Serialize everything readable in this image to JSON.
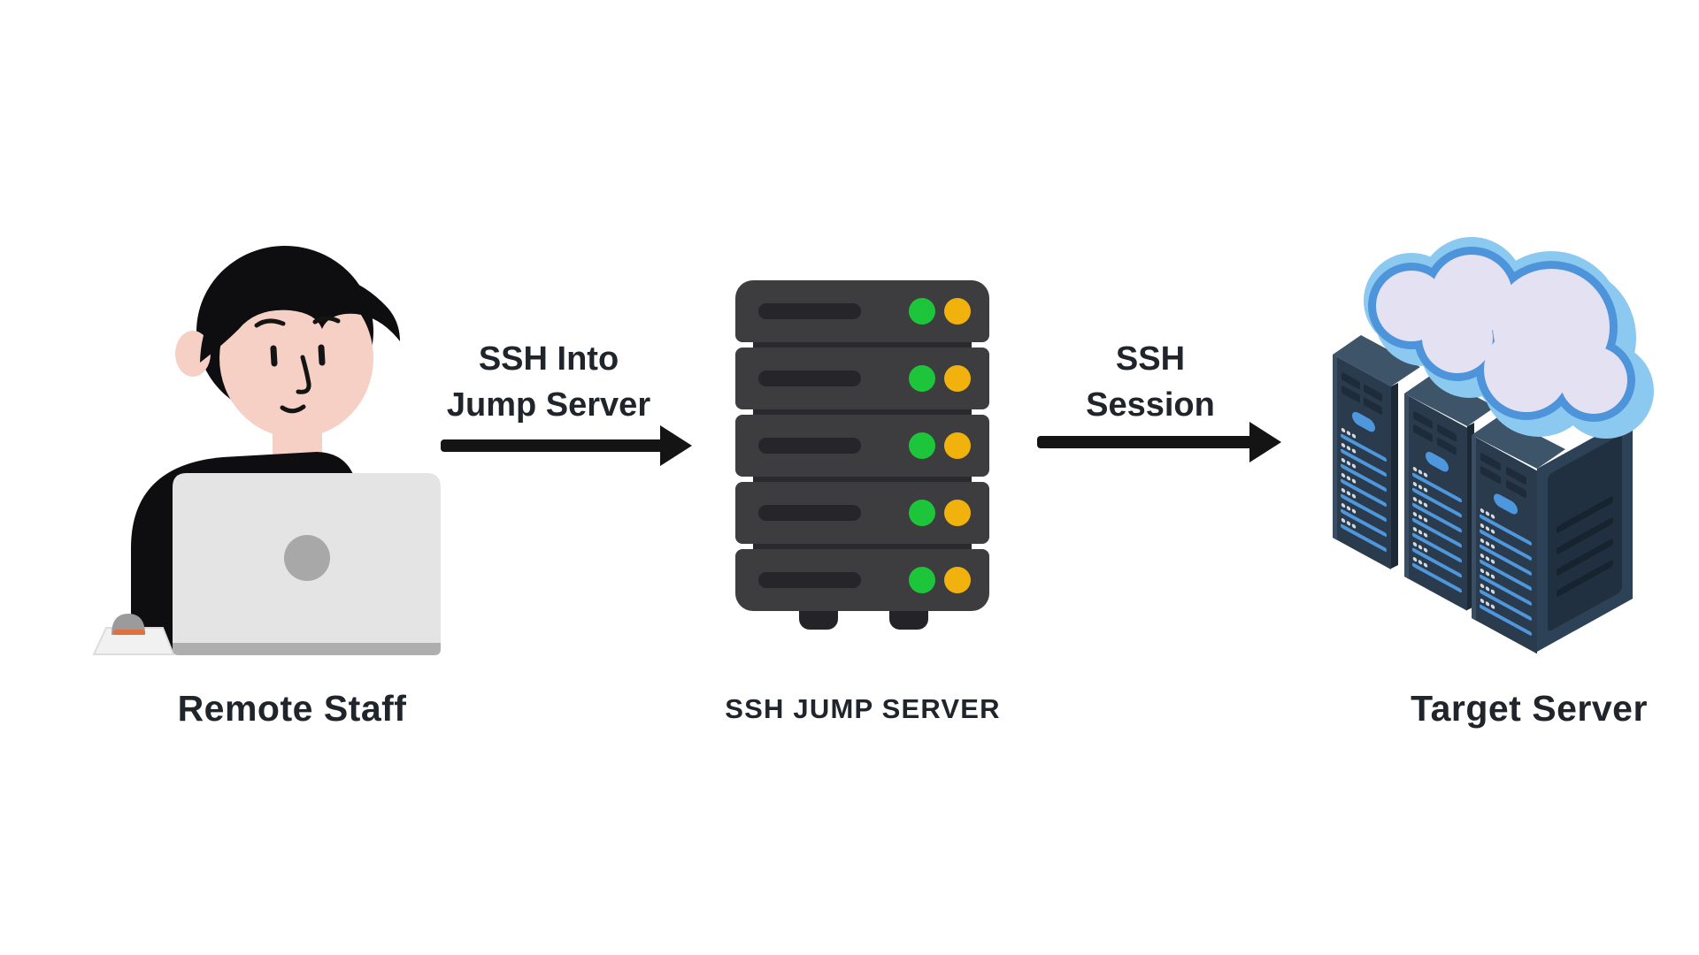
{
  "title": "SSH Jump Server Diagram",
  "background": "#ffffff",
  "nodes": {
    "remote_staff": {
      "label": "Remote Staff",
      "icon": "person-at-laptop-illustration"
    },
    "jump_server": {
      "label": "SSH JUMP SERVER",
      "icon": "server-rack-illustration",
      "unit_count": 5,
      "leds_per_unit": [
        "green",
        "yellow"
      ]
    },
    "target_server": {
      "label": "Target Server",
      "icon": "cloud-server-towers-illustration",
      "tower_count": 3
    }
  },
  "arrows": [
    {
      "id": "ssh-into-jump-server",
      "label_lines": [
        "SSH Into",
        "Jump Server"
      ],
      "from": "remote_staff",
      "to": "jump_server"
    },
    {
      "id": "ssh-session",
      "label_lines": [
        "SSH",
        "Session"
      ],
      "from": "jump_server",
      "to": "target_server"
    }
  ],
  "colors": {
    "label_dark": "#20242b",
    "arrow_black": "#141414",
    "led_green": "#1dc53a",
    "led_yellow": "#f2b20d",
    "rack_body": "#3d3d3f",
    "rack_slot": "#26262a",
    "rack_gap_bar": "#2a2a2e",
    "rack_feet": "#242428",
    "skin": "#f6cfc5",
    "hair": "#0e0e10",
    "outline": "#141414",
    "laptop": "#e4e4e4",
    "laptop_logo": "#a8a8a8",
    "laptop_base": "#aeaeae",
    "mouse": "#9b9b9b",
    "mouse_stripe": "#e0713f",
    "mousepad": "#f1f1f1",
    "tower_front": "#2a3b4d",
    "tower_front_edge": "#3a4f63",
    "tower_front_detail": "#1d2b3a",
    "tower_top": "#3e5468",
    "tower_side": "#2e4257",
    "tower_side_edge": "#1b2836",
    "tower_panel": "#203040",
    "tower_panel_line": "#17242f",
    "tower_blue": "#4f97dd",
    "tower_dot": "#d3dae2",
    "cloud_light": "#8bc9f1",
    "cloud_mid": "#4e94da",
    "cloud_face": "#e4e1f2"
  }
}
